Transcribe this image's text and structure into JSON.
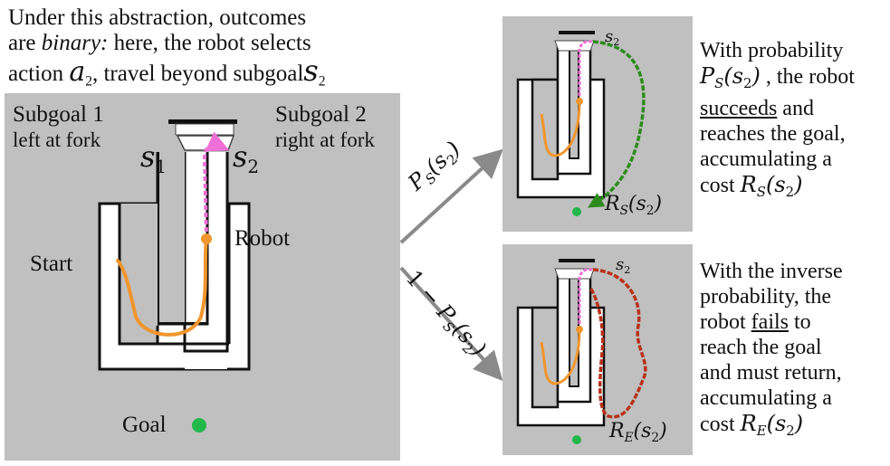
{
  "intro": {
    "line1": "Under this abstraction, outcomes",
    "line2_pre": "are ",
    "line2_binary": "binary:",
    "line2_post": " here, the robot selects",
    "line3_pre": "action ",
    "action_symbol": "a",
    "action_sub": "2",
    "line3_mid": ", travel beyond subgoal",
    "subgoal_symbol": "s",
    "subgoal_sub": "2"
  },
  "main_panel": {
    "subgoal1_title": "Subgoal 1",
    "subgoal1_desc": "left at fork",
    "subgoal2_title": "Subgoal 2",
    "subgoal2_desc": "right at fork",
    "s1_symbol": "s",
    "s1_sub": "1",
    "s2_symbol": "s",
    "s2_sub": "2",
    "robot_label": "Robot",
    "start_label": "Start",
    "goal_label": "Goal"
  },
  "arrows": {
    "upper_label": "P_S(s_2)",
    "lower_label": "1 − P_S(s_2)"
  },
  "success_panel": {
    "s2_label": "s_2",
    "cost_label": "R_S(s_2)"
  },
  "fail_panel": {
    "s2_label": "s_2",
    "cost_label": "R_E(s_2)"
  },
  "success_caption": {
    "line1": "With probability",
    "line2_math": "P_S(s_2)",
    "line2_post": " , the robot",
    "line3_under": "succeeds",
    "line3_post": " and",
    "line4": "reaches the goal,",
    "line5": "accumulating a",
    "line6_pre": "cost ",
    "line6_math": "R_S(s_2)"
  },
  "fail_caption": {
    "line1": "With the inverse",
    "line2": "probability, the",
    "line3_pre": "robot ",
    "line3_under": "fails",
    "line3_post": " to",
    "line4": "reach the goal",
    "line5": "and must return,",
    "line6": "accumulating a",
    "line7_pre": "cost ",
    "line7_math": "R_E(s_2)"
  },
  "colors": {
    "panel_bg": "#c0c0c0",
    "robot_path": "#f0962e",
    "planned_path": "#ee6fd6",
    "success_path": "#2e8b1e",
    "fail_path": "#b8321a",
    "goal": "#22b84a",
    "arrow": "#8a8a8a"
  }
}
